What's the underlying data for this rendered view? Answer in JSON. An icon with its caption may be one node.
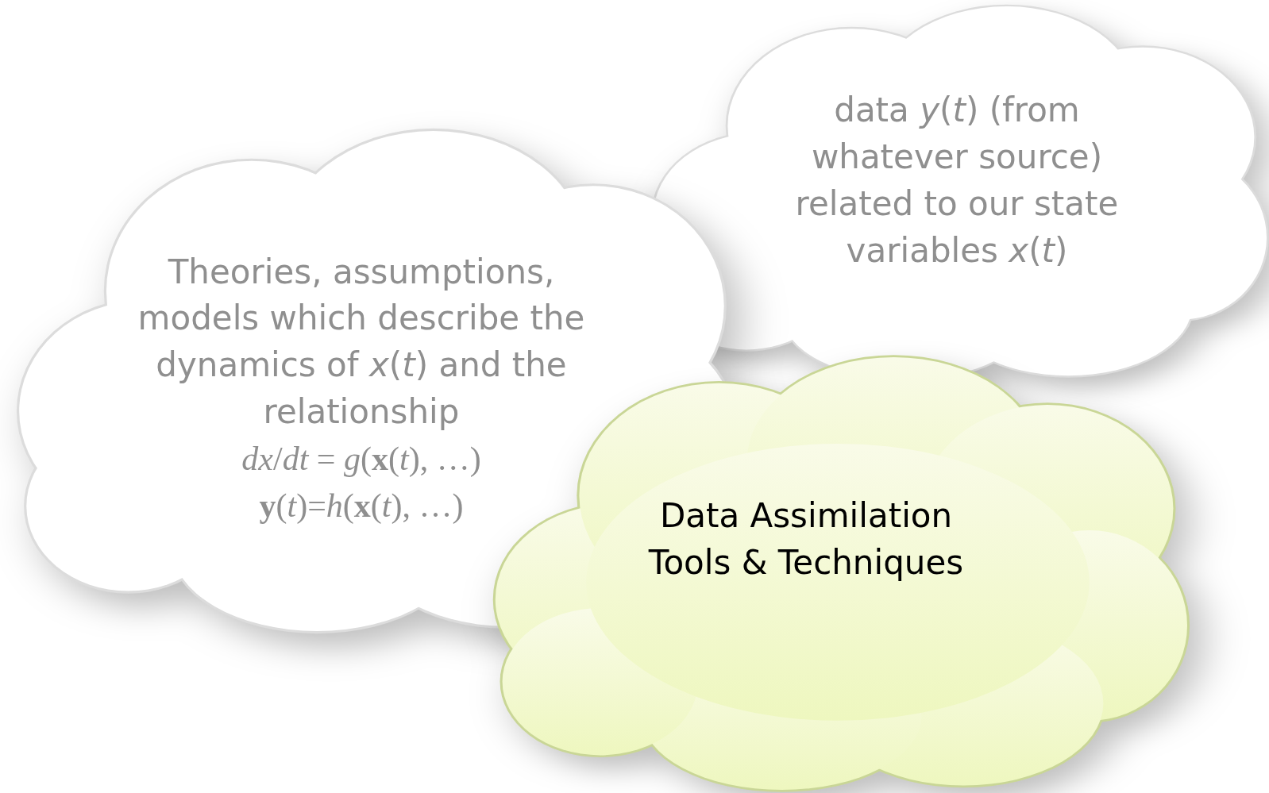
{
  "diagram": {
    "nodes": [
      {
        "text": [
          "Theories, assumptions, models which describe the dynamics of *x*(*t*) and the relationship",
          "*dx*/*dt* = *g*(**x**(*t*), …)",
          "**y**(*t*)=*h*(**x**(*t*), …)"
        ]
      },
      {
        "text": [
          "data *y*(*t*) (from whatever source) related to our state variables *x*(*t*)"
        ]
      },
      {
        "text": [
          "Data Assimilation Tools & Techniques"
        ]
      }
    ],
    "edges": []
  }
}
